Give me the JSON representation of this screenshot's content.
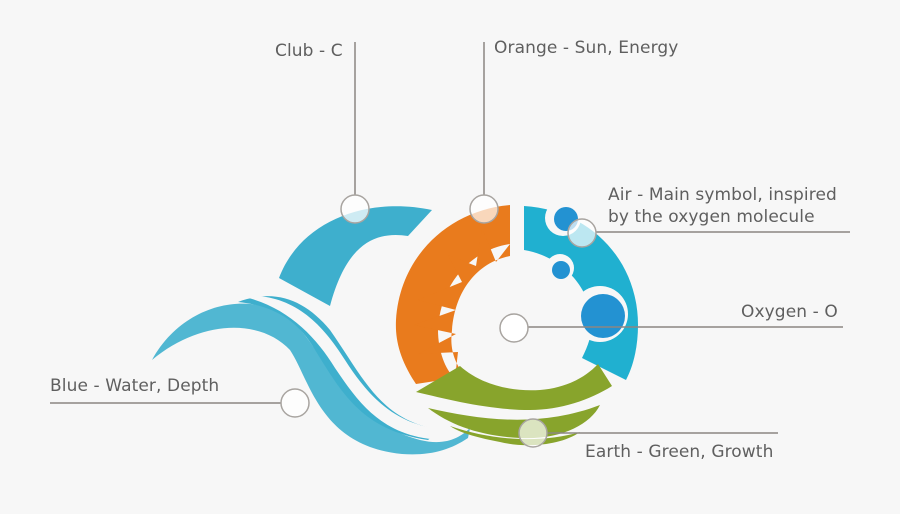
{
  "diagram": {
    "colors": {
      "background": "#f7f7f7",
      "club_blue": "#3eafcd",
      "orange": "#e97b1d",
      "air_blue": "#20b0d0",
      "bubble_blue": "#2392d2",
      "green": "#88a42c",
      "leader_line": "#8c8682",
      "text": "#5f5f5f"
    },
    "labels": {
      "club": "Club - C",
      "orange": "Orange - Sun, Energy",
      "air_line1": "Air - Main symbol, inspired",
      "air_line2": "by the oxygen molecule",
      "oxygen": "Oxygen - O",
      "blue": "Blue - Water, Depth",
      "earth": "Earth - Green, Growth"
    }
  }
}
